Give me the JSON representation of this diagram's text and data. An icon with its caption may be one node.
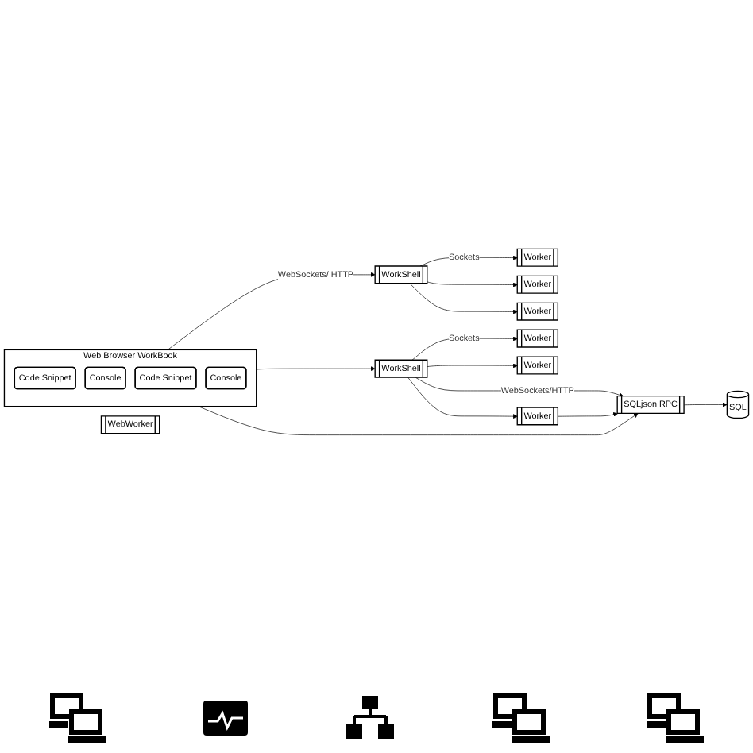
{
  "diagram": {
    "nodes": [
      {
        "text": [
          "Web Browser WorkBook"
        ]
      },
      {
        "text": [
          "Code Snippet"
        ],
        "in": 0
      },
      {
        "text": [
          "Console"
        ],
        "in": 0
      },
      {
        "text": [
          "Code Snippet"
        ],
        "in": 0
      },
      {
        "text": [
          "Console"
        ],
        "in": 0
      },
      {
        "text": [
          "WebWorker"
        ]
      },
      {
        "text": [
          "WorkShell"
        ]
      },
      {
        "text": [
          "Worker"
        ]
      },
      {
        "text": [
          "Worker"
        ]
      },
      {
        "text": [
          "Worker"
        ]
      },
      {
        "text": [
          "WorkShell"
        ]
      },
      {
        "text": [
          "Worker"
        ]
      },
      {
        "text": [
          "Worker"
        ]
      },
      {
        "text": [
          "Worker"
        ]
      },
      {
        "text": [
          "SQLjson RPC"
        ]
      },
      {
        "text": [
          "SQL"
        ]
      }
    ],
    "edges": [
      {
        "from": 0,
        "to": 6,
        "arrow": "to",
        "label": "WebSockets/ HTTP"
      },
      {
        "from": 0,
        "to": 10,
        "arrow": "to"
      },
      {
        "from": 0,
        "to": 14,
        "arrow": "to"
      },
      {
        "from": 6,
        "to": 7,
        "arrow": "to",
        "label": "Sockets"
      },
      {
        "from": 6,
        "to": 8,
        "arrow": "to"
      },
      {
        "from": 6,
        "to": 9,
        "arrow": "to"
      },
      {
        "from": 10,
        "to": 11,
        "arrow": "to",
        "label": "Sockets"
      },
      {
        "from": 10,
        "to": 12,
        "arrow": "to"
      },
      {
        "from": 10,
        "to": 13,
        "arrow": "to"
      },
      {
        "from": 10,
        "to": 14,
        "arrow": "to",
        "label": "WebSockets/HTTP"
      },
      {
        "from": 13,
        "to": 14,
        "arrow": "to"
      },
      {
        "from": 14,
        "to": 15,
        "arrow": "to"
      }
    ]
  }
}
